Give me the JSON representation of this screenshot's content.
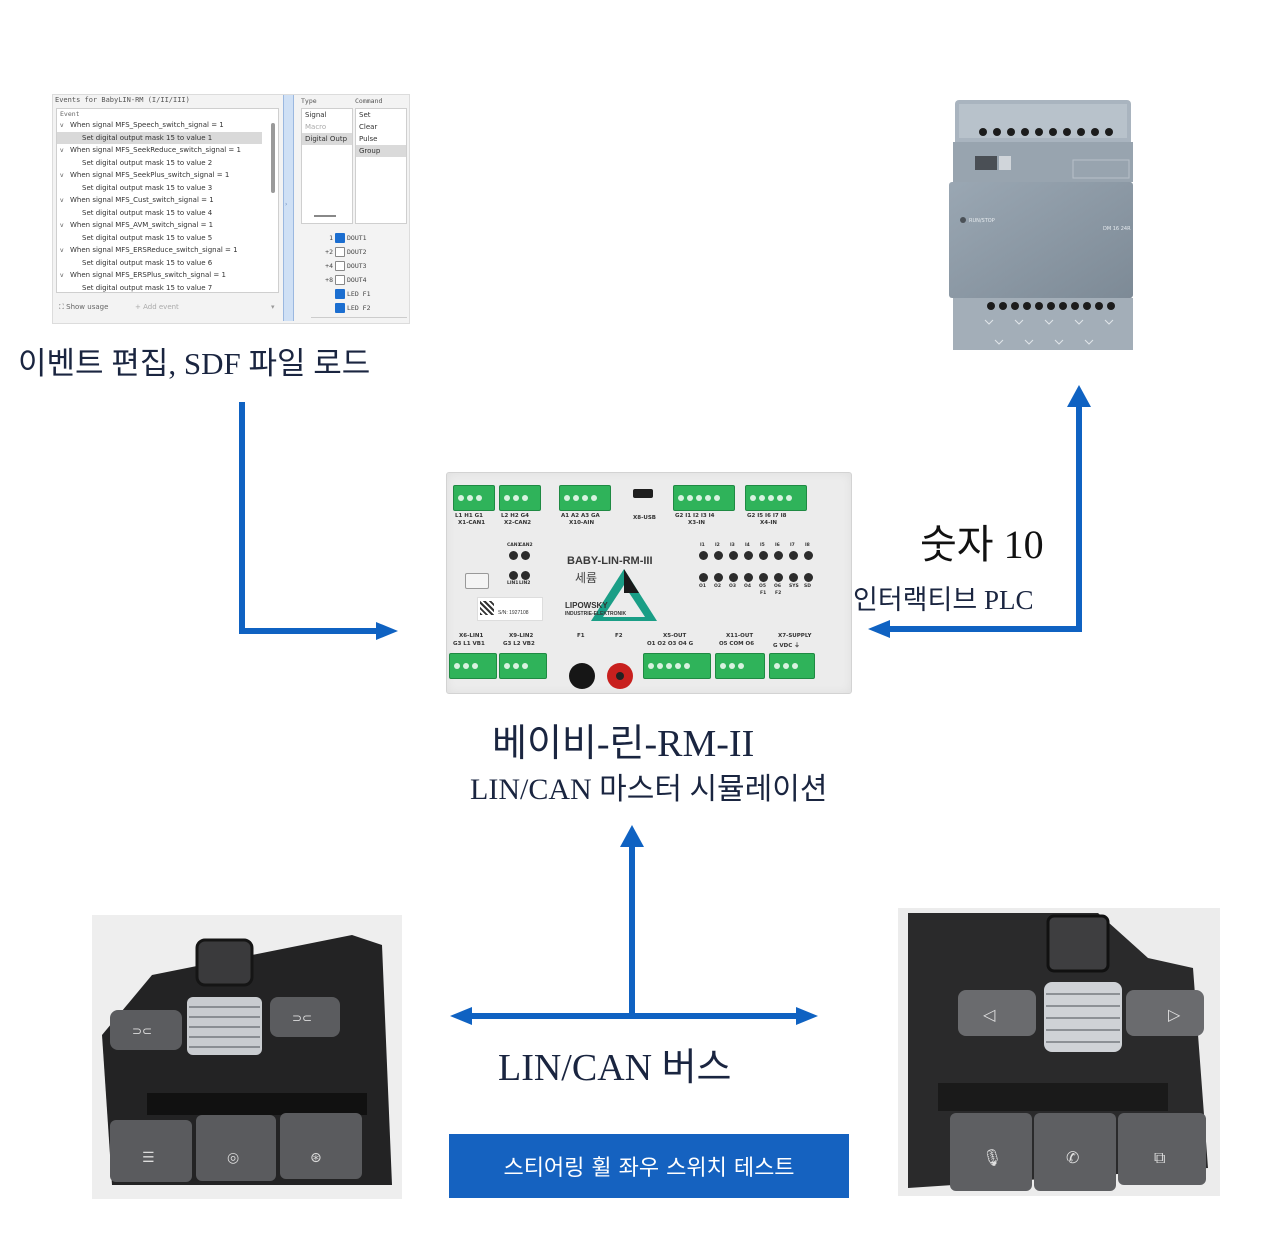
{
  "software_panel": {
    "title": "Events for BabyLIN-RM (I/II/III)",
    "event_header": "Event",
    "events": [
      {
        "when": "When signal MFS_Speech_switch_signal = 1",
        "action": "Set digital output mask 15 to value 1",
        "selected": true
      },
      {
        "when": "When signal MFS_SeekReduce_switch_signal = 1",
        "action": "Set digital output mask 15 to value 2"
      },
      {
        "when": "When signal MFS_SeekPlus_switch_signal = 1",
        "action": "Set digital output mask 15 to value 3"
      },
      {
        "when": "When signal MFS_Cust_switch_signal = 1",
        "action": "Set digital output mask 15 to value 4"
      },
      {
        "when": "When signal MFS_AVM_switch_signal = 1",
        "action": "Set digital output mask 15 to value 5"
      },
      {
        "when": "When signal MFS_ERSReduce_switch_signal = 1",
        "action": "Set digital output mask 15 to value 6"
      },
      {
        "when": "When signal MFS_ERSPlus_switch_signal = 1",
        "action": "Set digital output mask 15 to value 7"
      }
    ],
    "show_usage": "Show usage",
    "add_event": "+ Add event",
    "type_header": "Type",
    "command_header": "Command",
    "types": [
      "Signal",
      "Macro",
      "Digital Outp"
    ],
    "commands": [
      "Set",
      "Clear",
      "Pulse",
      "Group"
    ],
    "outputs": [
      {
        "weight": "1",
        "label": "DOUT1",
        "checked": true
      },
      {
        "weight": "+2",
        "label": "DOUT2",
        "checked": false
      },
      {
        "weight": "+4",
        "label": "DOUT3",
        "checked": false
      },
      {
        "weight": "+8",
        "label": "DOUT4",
        "checked": false
      },
      {
        "weight": "",
        "label": "LED F1",
        "checked": true
      },
      {
        "weight": "",
        "label": "LED F2",
        "checked": true
      }
    ]
  },
  "captions": {
    "software": "이벤트 편집, SDF 파일 로드",
    "plc_number": "숫자 10",
    "plc": "인터랙티브 PLC",
    "device_name": "베이비-린-RM-II",
    "device_desc": "LIN/CAN 마스터 시뮬레이션",
    "bus": "LIN/CAN 버스",
    "banner": "스티어링 휠 좌우 스위치 테스트"
  },
  "device": {
    "model": "BABY-LIN-RM-III",
    "subtitle": "세륨",
    "brand": "LIPOWSKY",
    "brand_sub": "INDUSTRIE-ELEKTRONIK",
    "serial": "S/N: 1927108",
    "top_connectors": [
      {
        "name": "X1-CAN1",
        "pins": "L1 H1 G1"
      },
      {
        "name": "X2-CAN2",
        "pins": "L2 H2 G4"
      },
      {
        "name": "X10-AIN",
        "pins": "A1 A2 A3 GA"
      },
      {
        "name": "X8-USB",
        "pins": ""
      },
      {
        "name": "X3-IN",
        "pins": "G2 I1 I2 I3 I4"
      },
      {
        "name": "X4-IN",
        "pins": "G2 I5 I6 I7 I8"
      }
    ],
    "bottom_connectors": [
      {
        "name": "X6-LIN1",
        "pins": "G3 L1 VB1"
      },
      {
        "name": "X9-LIN2",
        "pins": "G3 L2 VB2"
      },
      {
        "name": "F1",
        "pins": ""
      },
      {
        "name": "F2",
        "pins": ""
      },
      {
        "name": "X5-OUT",
        "pins": "O1 O2 O3 O4 G"
      },
      {
        "name": "X11-OUT",
        "pins": "O5 COM O6"
      },
      {
        "name": "X7-SUPPLY",
        "pins": "G VDC ⏚"
      }
    ],
    "bus_leds": [
      "CAN1",
      "CAN2",
      "LIN1",
      "LIN2"
    ],
    "input_leds": [
      "I1",
      "I2",
      "I3",
      "I4",
      "I5",
      "I6",
      "I7",
      "I8"
    ],
    "output_leds": [
      "O1",
      "O2",
      "O3",
      "O4",
      "O5",
      "O6",
      "SYS",
      "SD"
    ],
    "output_sublabels": [
      "F1",
      "F2"
    ]
  },
  "plc_module": {
    "label": "RUN/STOP",
    "model": "DM 16 24R"
  },
  "colors": {
    "arrow": "#0f62c2",
    "banner": "#1562c0",
    "terminal_green": "#2fb35a",
    "caption_text": "#1a2540"
  }
}
